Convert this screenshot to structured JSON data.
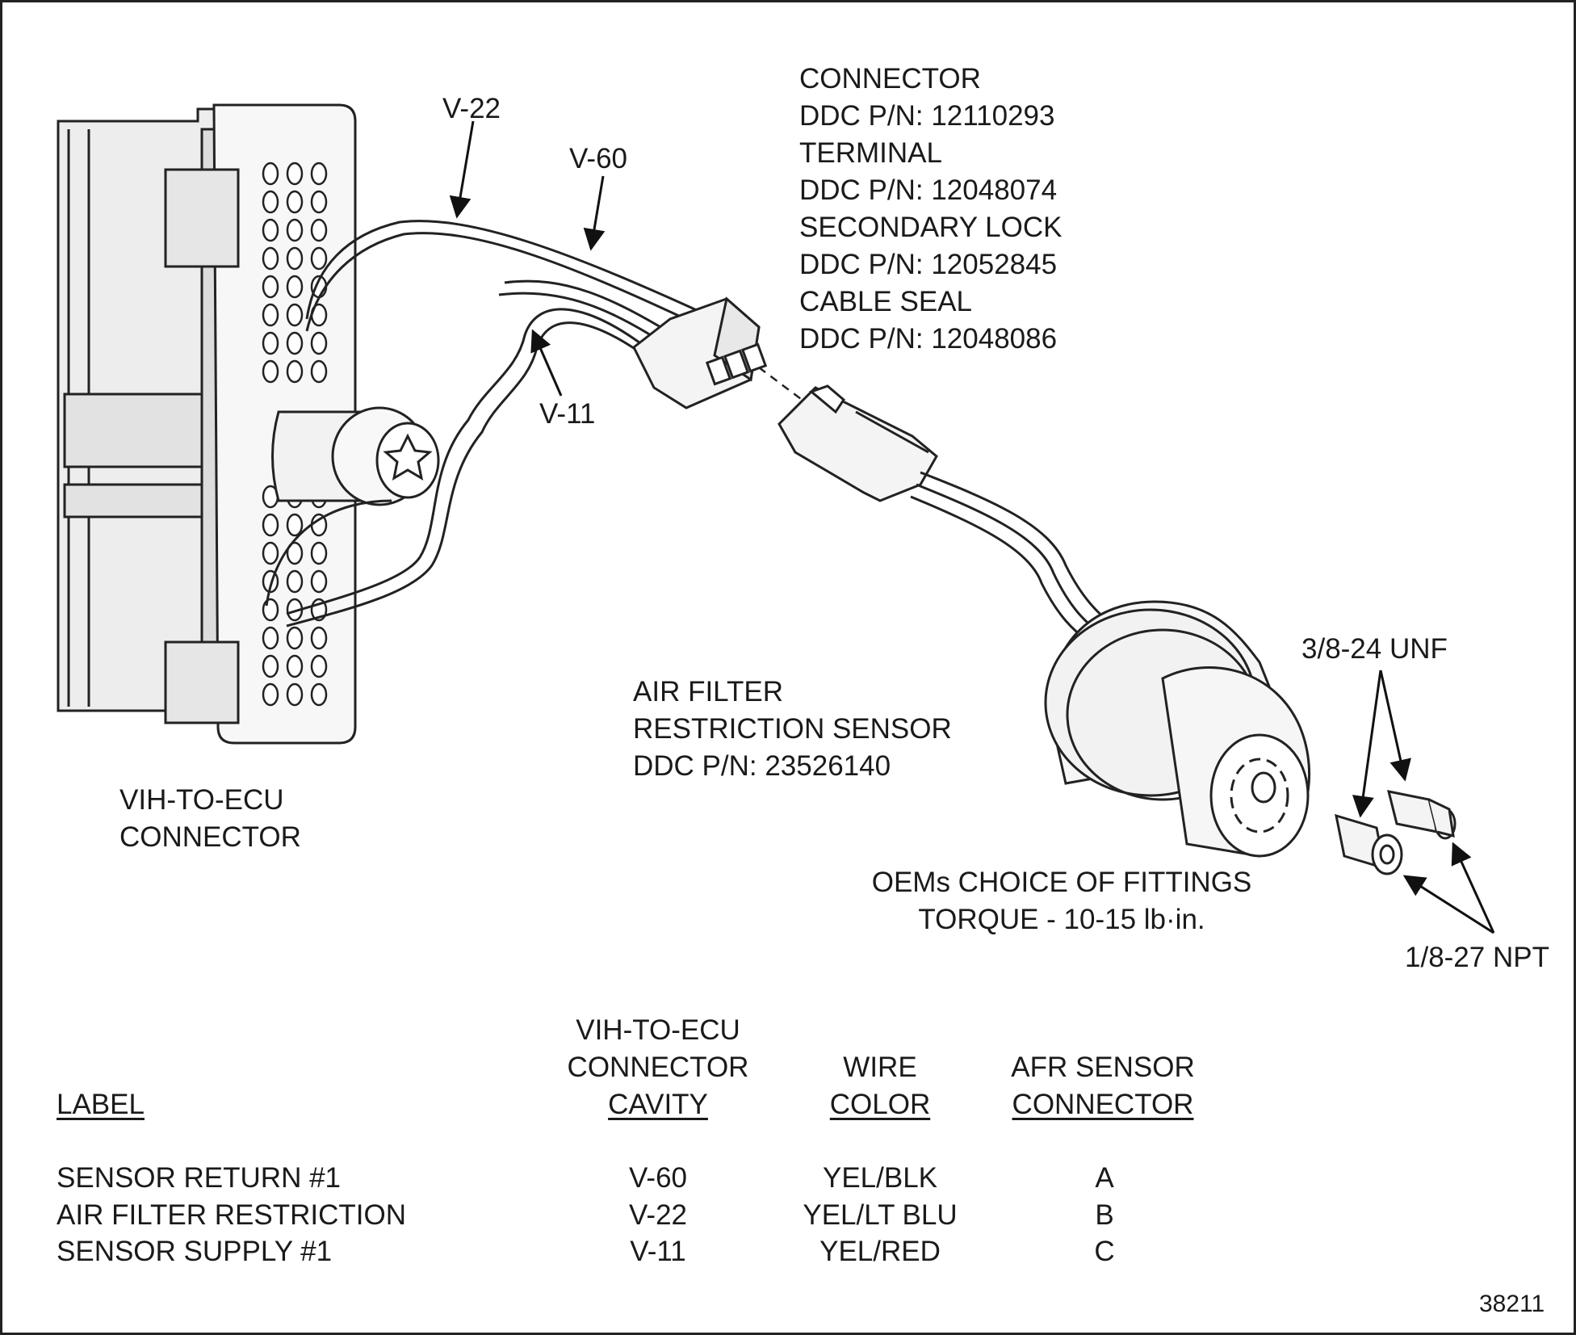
{
  "callouts": {
    "v22": "V-22",
    "v60": "V-60",
    "v11": "V-11",
    "connector_specs": [
      "CONNECTOR",
      "DDC P/N: 12110293",
      "TERMINAL",
      "DDC P/N: 12048074",
      "SECONDARY LOCK",
      "DDC P/N: 12052845",
      "CABLE SEAL",
      "DDC P/N: 12048086"
    ],
    "sensor": [
      "AIR FILTER",
      "RESTRICTION SENSOR",
      "DDC P/N: 23526140"
    ],
    "ecu_connector": [
      "VIH-TO-ECU",
      "CONNECTOR"
    ],
    "unf": "3/8-24 UNF",
    "fittings": [
      "OEMs CHOICE OF FITTINGS",
      "TORQUE - 10-15 lb·in."
    ],
    "npt": "1/8-27 NPT"
  },
  "table": {
    "headers": {
      "label": "LABEL",
      "cavity": [
        "VIH-TO-ECU",
        "CONNECTOR",
        "CAVITY"
      ],
      "wire": [
        "WIRE",
        "COLOR"
      ],
      "afr": [
        "AFR SENSOR",
        "CONNECTOR"
      ]
    },
    "rows": [
      {
        "label": "SENSOR RETURN #1",
        "cavity": "V-60",
        "wire": "YEL/BLK",
        "afr": "A"
      },
      {
        "label": "AIR FILTER RESTRICTION",
        "cavity": "V-22",
        "wire": "YEL/LT BLU",
        "afr": "B"
      },
      {
        "label": "SENSOR SUPPLY #1",
        "cavity": "V-11",
        "wire": "YEL/RED",
        "afr": "C"
      }
    ]
  },
  "figure_number": "38211"
}
